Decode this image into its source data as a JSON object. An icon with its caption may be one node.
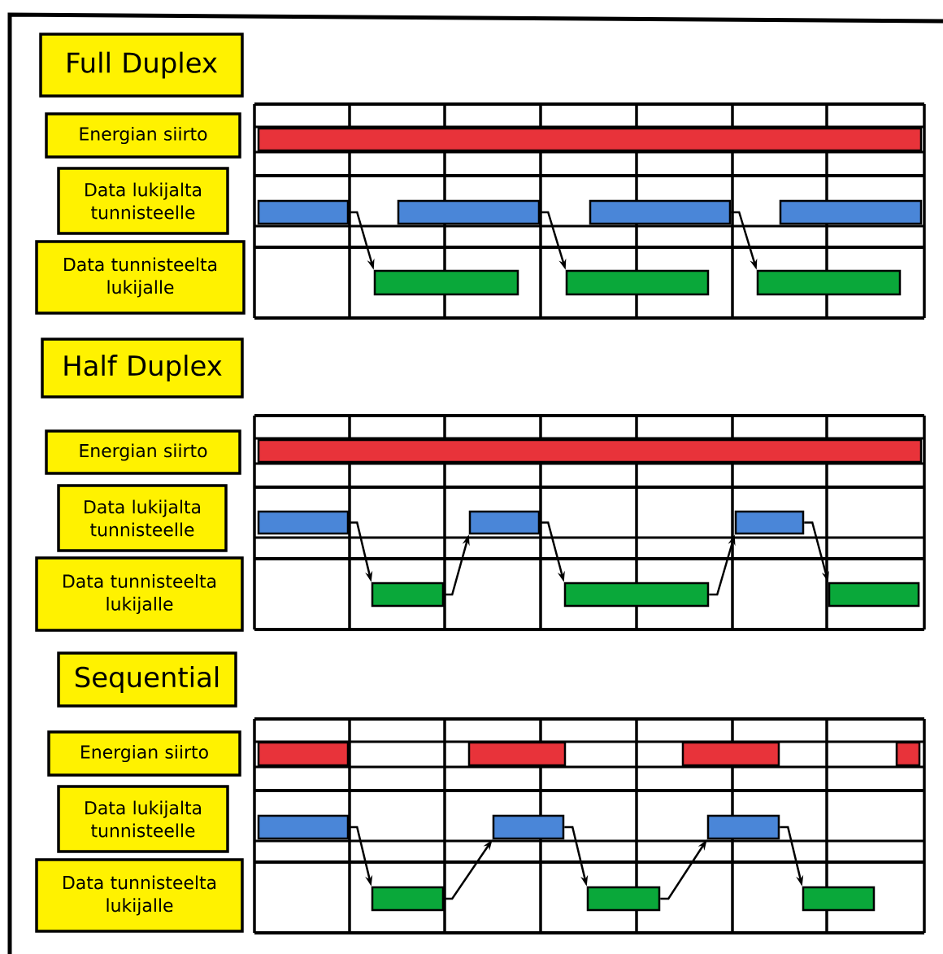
{
  "diagram": {
    "nodes": [
      {
        "text": [
          "Full Duplex"
        ]
      },
      {
        "text": [
          "Energian siirto"
        ]
      },
      {
        "text": [
          "Data lukijalta tunnisteelle"
        ]
      },
      {
        "text": [
          "Data tunnisteelta lukijalle"
        ]
      },
      {
        "text": [],
        "shape": "bar"
      },
      {
        "text": [],
        "shape": "bar"
      },
      {
        "text": [],
        "shape": "bar"
      },
      {
        "text": [],
        "shape": "bar"
      },
      {
        "text": [],
        "shape": "bar"
      },
      {
        "text": [],
        "shape": "bar"
      },
      {
        "text": [],
        "shape": "bar"
      },
      {
        "text": [],
        "shape": "bar"
      },
      {
        "text": [
          "Half Duplex"
        ]
      },
      {
        "text": [
          "Energian siirto"
        ]
      },
      {
        "text": [
          "Data lukijalta tunnisteelle"
        ]
      },
      {
        "text": [
          "Data tunnisteelta lukijalle"
        ]
      },
      {
        "text": [],
        "shape": "bar"
      },
      {
        "text": [],
        "shape": "bar"
      },
      {
        "text": [],
        "shape": "bar"
      },
      {
        "text": [],
        "shape": "bar"
      },
      {
        "text": [],
        "shape": "bar"
      },
      {
        "text": [],
        "shape": "bar"
      },
      {
        "text": [],
        "shape": "bar"
      },
      {
        "text": [
          "Sequential"
        ]
      },
      {
        "text": [
          "Energian siirto"
        ]
      },
      {
        "text": [
          "Data lukijalta tunnisteelle"
        ]
      },
      {
        "text": [
          "Data tunnisteelta lukijalle"
        ]
      },
      {
        "text": [],
        "shape": "bar"
      },
      {
        "text": [],
        "shape": "bar"
      },
      {
        "text": [],
        "shape": "bar"
      },
      {
        "text": [],
        "shape": "bar"
      },
      {
        "text": [],
        "shape": "bar"
      },
      {
        "text": [],
        "shape": "bar"
      },
      {
        "text": [],
        "shape": "bar"
      },
      {
        "text": [],
        "shape": "bar"
      },
      {
        "text": [],
        "shape": "bar"
      },
      {
        "text": [],
        "shape": "bar"
      }
    ],
    "edges": [
      {
        "from": 5,
        "to": 9,
        "arrow": "to"
      },
      {
        "from": 6,
        "to": 10,
        "arrow": "to"
      },
      {
        "from": 7,
        "to": 11,
        "arrow": "to"
      },
      {
        "from": 17,
        "to": 20,
        "arrow": "to"
      },
      {
        "from": 20,
        "to": 18,
        "arrow": "to"
      },
      {
        "from": 18,
        "to": 21,
        "arrow": "to"
      },
      {
        "from": 21,
        "to": 19,
        "arrow": "to"
      },
      {
        "from": 19,
        "to": 22,
        "arrow": "to"
      },
      {
        "from": 31,
        "to": 34,
        "arrow": "to"
      },
      {
        "from": 34,
        "to": 32,
        "arrow": "to"
      },
      {
        "from": 32,
        "to": 35,
        "arrow": "to"
      },
      {
        "from": 35,
        "to": 33,
        "arrow": "to"
      },
      {
        "from": 33,
        "to": 36,
        "arrow": "to"
      }
    ]
  }
}
